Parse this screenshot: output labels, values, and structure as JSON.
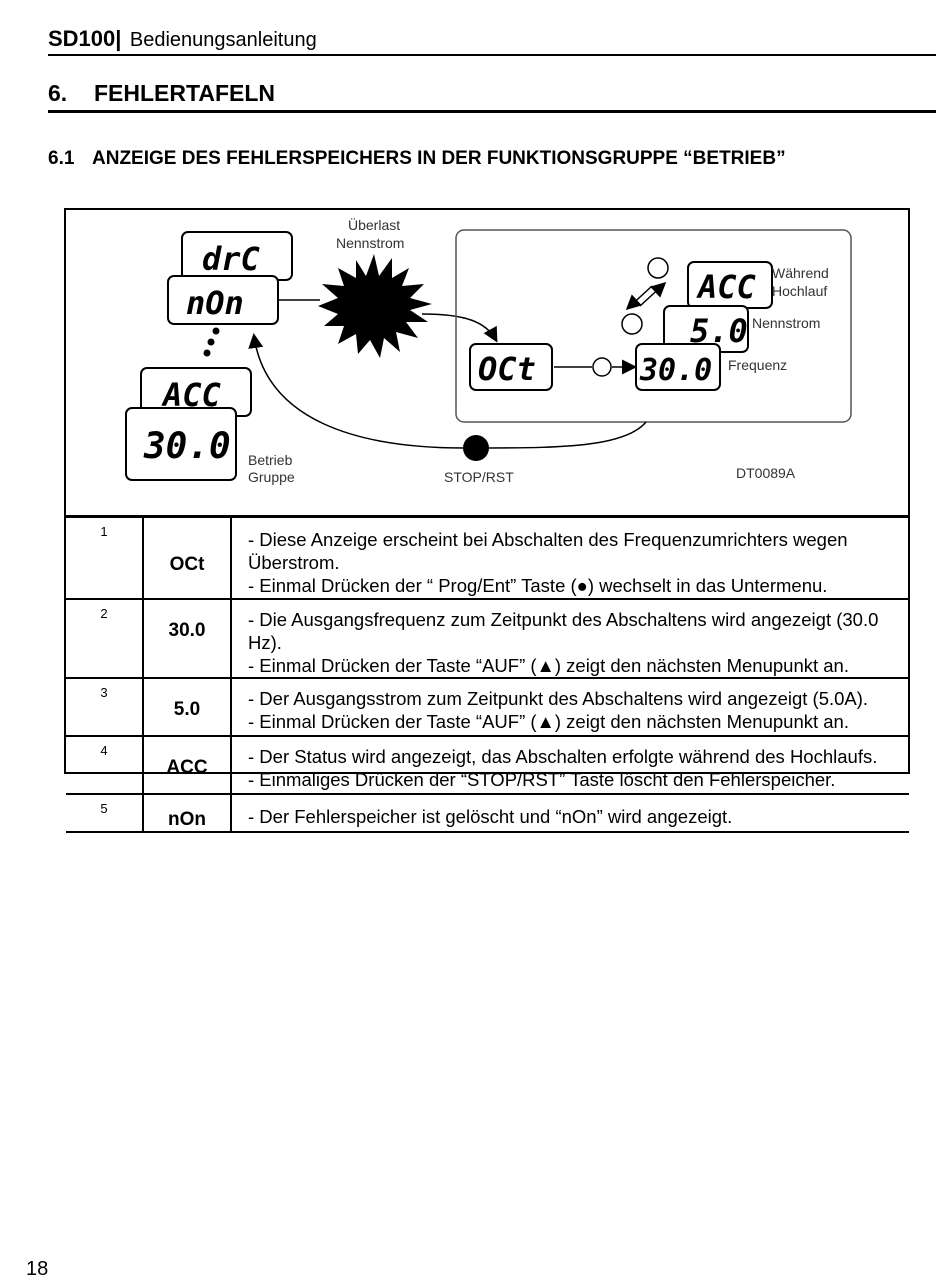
{
  "header": {
    "model": "SD100|",
    "title": "Bedienungsanleitung"
  },
  "chapter": {
    "number": "6.",
    "title": "FEHLERTAFELN"
  },
  "section": {
    "number": "6.1",
    "title": "ANZEIGE DES FEHLERSPEICHERS IN DER FUNKTIONSGRUPPE “BETRIEB”"
  },
  "diagram": {
    "overload_label": [
      "Überlast",
      "Nennstrom"
    ],
    "displays_left": [
      "drC",
      "nOn",
      "ACC",
      "30.0"
    ],
    "group_label": [
      "Betrieb",
      "Gruppe"
    ],
    "fault_display": "OCt",
    "memory_displays": [
      "ACC",
      "5.0",
      "30.0"
    ],
    "memory_labels": [
      "Während",
      "Hochlauf",
      "Nennstrom",
      "Frequenz"
    ],
    "stop_label": "STOP/RST",
    "figure_code": "DT0089A"
  },
  "table": {
    "rows": [
      {
        "num": "1",
        "code": "OCt",
        "lines": [
          "- Diese Anzeige erscheint bei Abschalten des Frequenzumrichters wegen Überstrom.",
          "- Einmal Drücken der “ Prog/Ent” Taste (●) wechselt in das Untermenu."
        ]
      },
      {
        "num": "2",
        "code": "30.0",
        "lines": [
          "- Die Ausgangsfrequenz zum Zeitpunkt des Abschaltens wird angezeigt (30.0 Hz).",
          "- Einmal Drücken der Taste “AUF” (▲) zeigt den nächsten Menupunkt an."
        ]
      },
      {
        "num": "3",
        "code": "5.0",
        "lines": [
          "- Der Ausgangsstrom zum Zeitpunkt des Abschaltens wird angezeigt (5.0A).",
          "- Einmal Drücken der Taste “AUF” (▲) zeigt den nächsten Menupunkt an."
        ]
      },
      {
        "num": "4",
        "code": "ACC",
        "lines": [
          "- Der Status wird angezeigt, das Abschalten erfolgte während des Hochlaufs.",
          "- Einmaliges Drücken der “STOP/RST” Taste löscht den Fehlerspeicher."
        ]
      },
      {
        "num": "5",
        "code": "nOn",
        "lines": [
          "- Der Fehlerspeicher ist gelöscht und “nOn” wird angezeigt."
        ]
      }
    ]
  },
  "footer": {
    "page_number": "18"
  }
}
